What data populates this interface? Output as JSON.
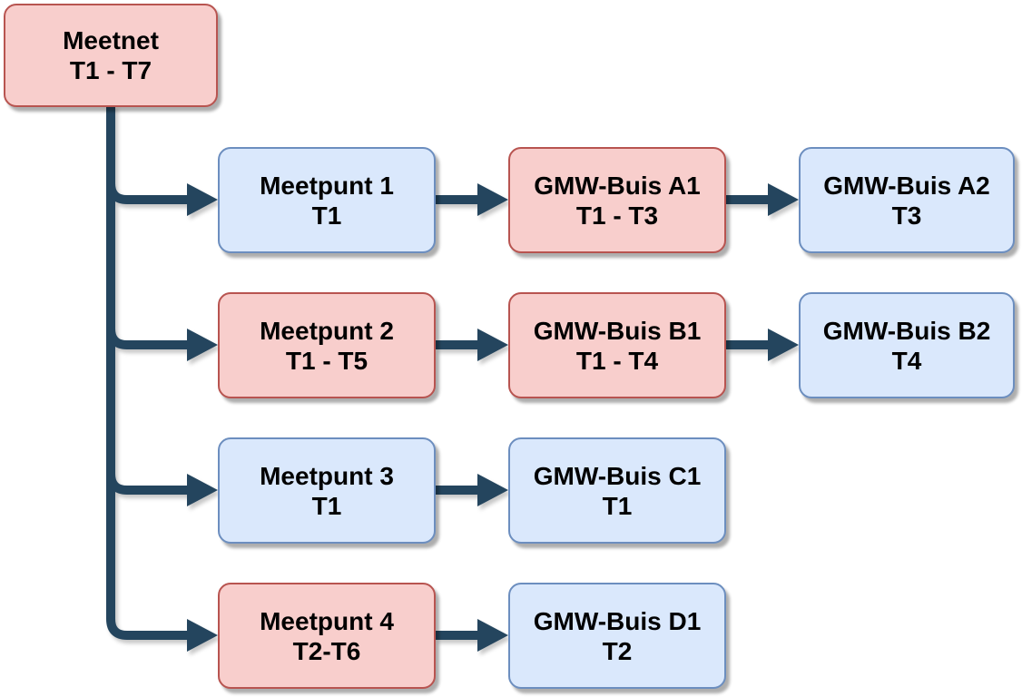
{
  "diagram": {
    "type": "tree-flowchart",
    "colors": {
      "red_fill": "#f8cecc",
      "red_border": "#b85450",
      "blue_fill": "#dae8fc",
      "blue_border": "#6c8ebf",
      "connector": "#24455e",
      "text": "#000000",
      "background": "#ffffff"
    },
    "root": {
      "label": "Meetnet",
      "period": "T1 - T7",
      "variant": "red"
    },
    "rows": [
      {
        "cells": [
          {
            "label": "Meetpunt 1",
            "period": "T1",
            "variant": "blue"
          },
          {
            "label": "GMW-Buis A1",
            "period": "T1 - T3",
            "variant": "red"
          },
          {
            "label": "GMW-Buis A2",
            "period": "T3",
            "variant": "blue"
          }
        ]
      },
      {
        "cells": [
          {
            "label": "Meetpunt 2",
            "period": "T1 - T5",
            "variant": "red"
          },
          {
            "label": "GMW-Buis B1",
            "period": "T1 - T4",
            "variant": "red"
          },
          {
            "label": "GMW-Buis B2",
            "period": "T4",
            "variant": "blue"
          }
        ]
      },
      {
        "cells": [
          {
            "label": "Meetpunt 3",
            "period": "T1",
            "variant": "blue"
          },
          {
            "label": "GMW-Buis C1",
            "period": "T1",
            "variant": "blue"
          }
        ]
      },
      {
        "cells": [
          {
            "label": "Meetpunt 4",
            "period": "T2-T6",
            "variant": "red"
          },
          {
            "label": "GMW-Buis D1",
            "period": "T2",
            "variant": "blue"
          }
        ]
      }
    ],
    "edges": [
      {
        "from": "Meetnet",
        "to": "Meetpunt 1"
      },
      {
        "from": "Meetnet",
        "to": "Meetpunt 2"
      },
      {
        "from": "Meetnet",
        "to": "Meetpunt 3"
      },
      {
        "from": "Meetnet",
        "to": "Meetpunt 4"
      },
      {
        "from": "Meetpunt 1",
        "to": "GMW-Buis A1"
      },
      {
        "from": "GMW-Buis A1",
        "to": "GMW-Buis A2"
      },
      {
        "from": "Meetpunt 2",
        "to": "GMW-Buis B1"
      },
      {
        "from": "GMW-Buis B1",
        "to": "GMW-Buis B2"
      },
      {
        "from": "Meetpunt 3",
        "to": "GMW-Buis C1"
      },
      {
        "from": "Meetpunt 4",
        "to": "GMW-Buis D1"
      }
    ]
  }
}
